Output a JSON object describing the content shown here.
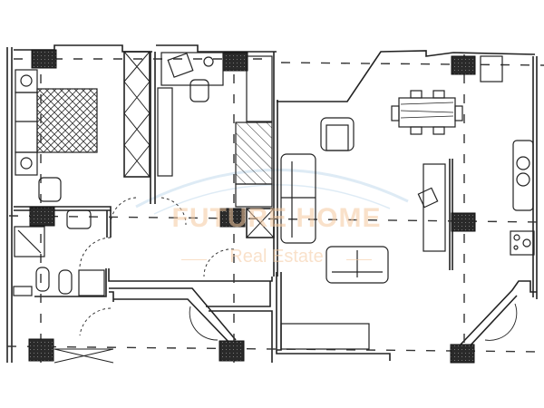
{
  "plan": {
    "type": "apartment floor plan",
    "rooms": [
      "bedroom",
      "study",
      "bathroom",
      "hallway",
      "living room",
      "dining area",
      "kitchen"
    ],
    "line_color": "#222222",
    "column_color": "#333333",
    "background": "#ffffff"
  },
  "watermark": {
    "title": "FUTURE HOME",
    "subtitle": "Real Estate",
    "color": "#f5c9a0",
    "swoosh_color": "#b8d4ea"
  }
}
